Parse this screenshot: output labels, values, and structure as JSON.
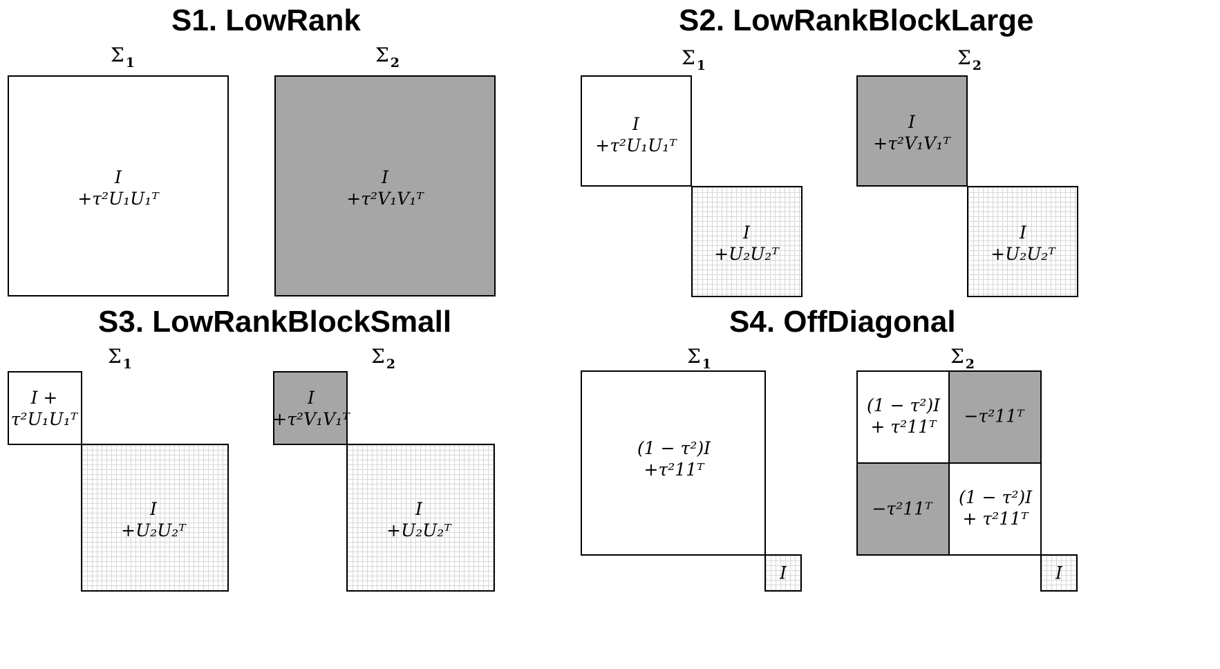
{
  "panels": {
    "s1": {
      "title": "S1. LowRank"
    },
    "s2": {
      "title": "S2. LowRankBlockLarge"
    },
    "s3": {
      "title": "S3. LowRankBlockSmall"
    },
    "s4": {
      "title": "S4. OffDiagonal"
    }
  },
  "sigma": {
    "symbol": "Σ",
    "sub1": "1",
    "sub2": "2"
  },
  "labels": {
    "i": "I",
    "tau_u1": "+τ²U₁U₁ᵀ",
    "tau_v1": "+τ²V₁V₁ᵀ",
    "u2": "+U₂U₂ᵀ",
    "i_plus": "I +",
    "tau_u1_plain": "τ²U₁U₁ᵀ",
    "one_minus_tau": "(1 − τ²)I",
    "tau_11": "+τ²11ᵀ",
    "tau_11_spaced": "+ τ²11ᵀ",
    "neg_tau_11": "−τ²11ᵀ"
  },
  "colors": {
    "shaded": "#a6a6a6",
    "white": "#ffffff",
    "grid": "#d6d6d6",
    "border": "#000000"
  }
}
